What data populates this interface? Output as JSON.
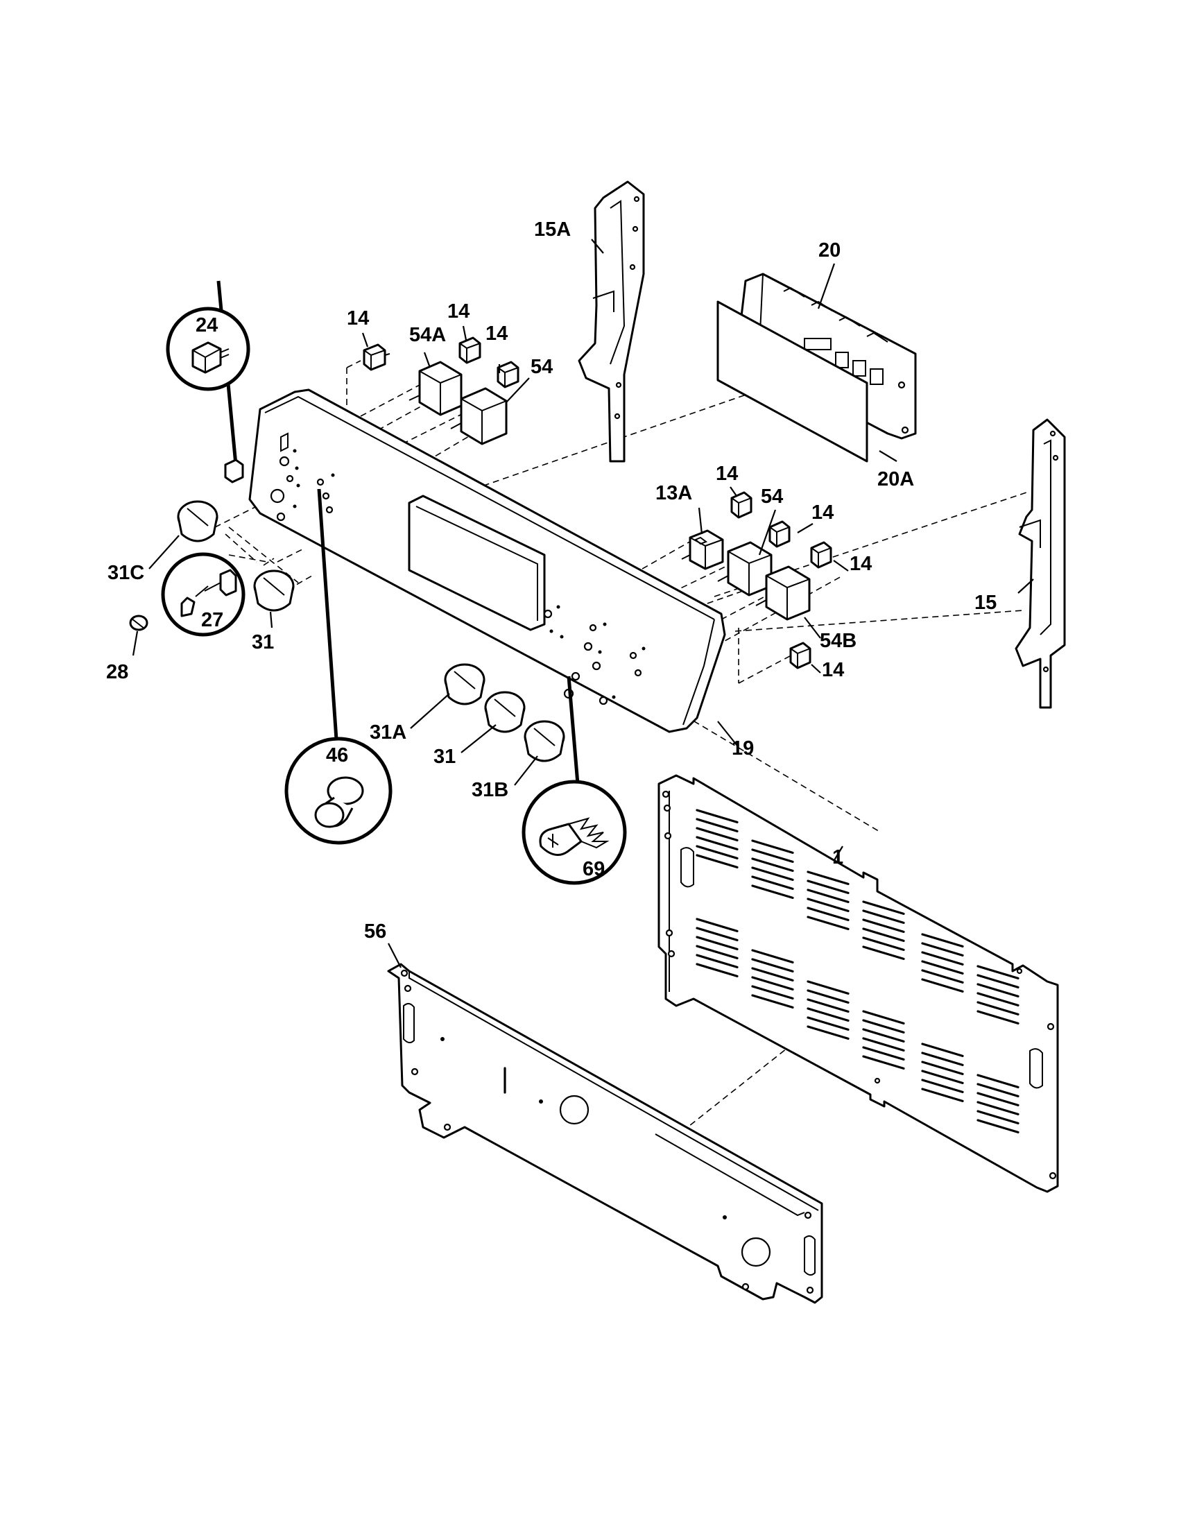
{
  "labels": {
    "l1": "1",
    "l13A": "13A",
    "l14a": "14",
    "l14b": "14",
    "l14c": "14",
    "l14d": "14",
    "l14e": "14",
    "l14f": "14",
    "l14g": "14",
    "l15": "15",
    "l15A": "15A",
    "l19": "19",
    "l20": "20",
    "l20A": "20A",
    "l24": "24",
    "l27": "27",
    "l28": "28",
    "l31a": "31",
    "l31b": "31",
    "l31A": "31A",
    "l31B": "31B",
    "l31C": "31C",
    "l46": "46",
    "l54a": "54",
    "l54b": "54",
    "l54A": "54A",
    "l54B": "54B",
    "l56": "56",
    "l69": "69"
  }
}
